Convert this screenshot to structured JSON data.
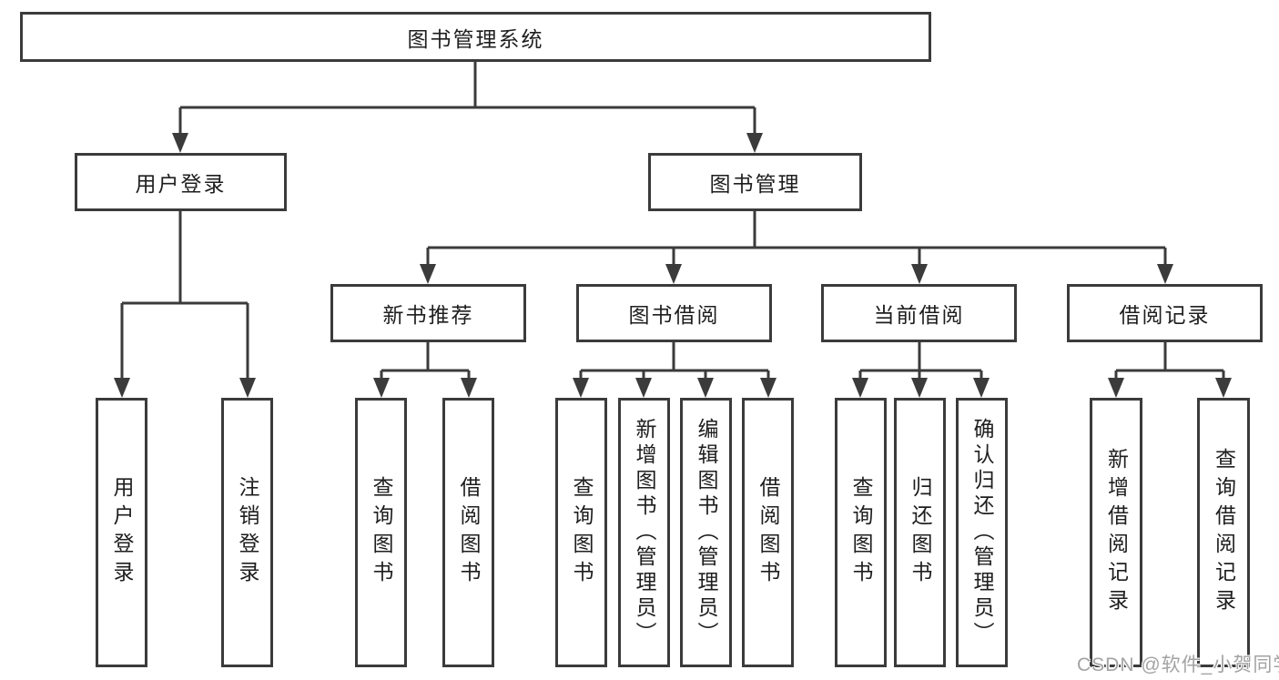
{
  "diagram": {
    "type": "hierarchy",
    "title": "图书管理系统",
    "watermark": "CSDN @软件_小贺同学",
    "colors": {
      "background": "#ffffff",
      "line": "#3b3b3b",
      "box_border": "#3b3b3b",
      "text": "#1e1e1e",
      "watermark": "#a3a3a3"
    },
    "nodes": {
      "root": {
        "label": "图书管理系统"
      },
      "user_login": {
        "label": "用户登录"
      },
      "book_mgmt": {
        "label": "图书管理"
      },
      "new_book_rec": {
        "label": "新书推荐"
      },
      "book_borrow": {
        "label": "图书借阅"
      },
      "current_borrow": {
        "label": "当前借阅"
      },
      "borrow_record": {
        "label": "借阅记录"
      },
      "leaf_user_login": {
        "label": "用户登录"
      },
      "leaf_logout": {
        "label": "注销登录"
      },
      "leaf_rec_query_book": {
        "label": "查询图书"
      },
      "leaf_rec_borrow_book": {
        "label": "借阅图书"
      },
      "leaf_bb_query_book": {
        "label": "查询图书"
      },
      "leaf_bb_add_book": {
        "label": "新增图书（管理员）"
      },
      "leaf_bb_edit_book": {
        "label": "编辑图书（管理员）"
      },
      "leaf_bb_borrow_book": {
        "label": "借阅图书"
      },
      "leaf_cb_query_book": {
        "label": "查询图书"
      },
      "leaf_cb_return_book": {
        "label": "归还图书"
      },
      "leaf_cb_confirm_return": {
        "label": "确认归还（管理员）"
      },
      "leaf_br_add_record": {
        "label": "新增借阅记录"
      },
      "leaf_br_query_record": {
        "label": "查询借阅记录"
      }
    },
    "hierarchy": {
      "图书管理系统": {
        "用户登录": [
          "用户登录",
          "注销登录"
        ],
        "图书管理": {
          "新书推荐": [
            "查询图书",
            "借阅图书"
          ],
          "图书借阅": [
            "查询图书",
            "新增图书（管理员）",
            "编辑图书（管理员）",
            "借阅图书"
          ],
          "当前借阅": [
            "查询图书",
            "归还图书",
            "确认归还（管理员）"
          ],
          "借阅记录": [
            "新增借阅记录",
            "查询借阅记录"
          ]
        }
      }
    }
  }
}
